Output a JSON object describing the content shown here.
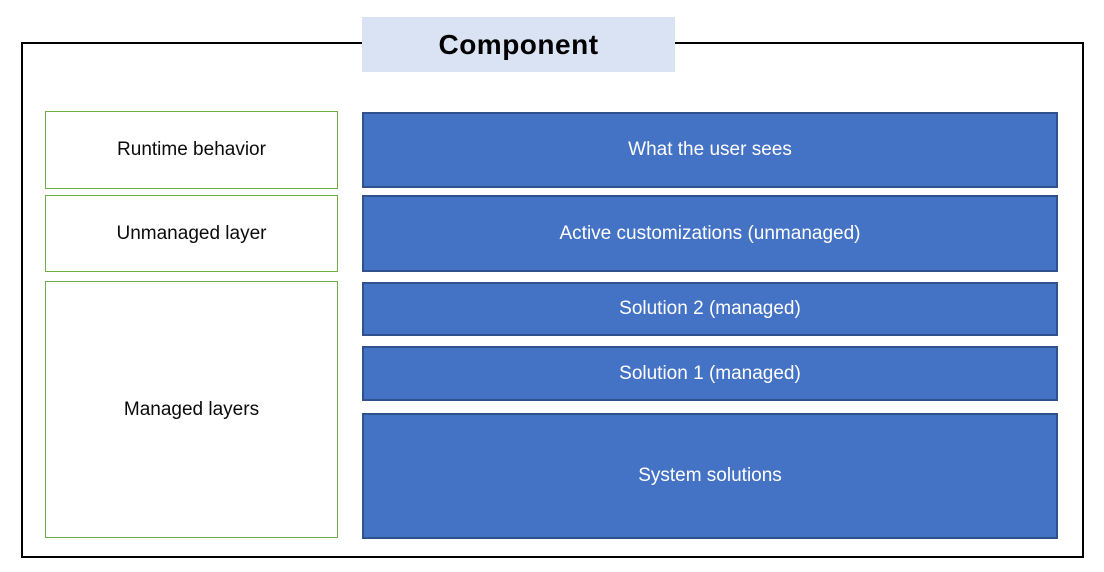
{
  "diagram": {
    "title": "Component",
    "left_column": {
      "runtime": {
        "label": "Runtime behavior"
      },
      "unmanaged": {
        "label": "Unmanaged layer"
      },
      "managed": {
        "label": "Managed layers"
      }
    },
    "right_column": {
      "row1": {
        "label": "What the user sees"
      },
      "row2": {
        "label": "Active customizations (unmanaged)"
      },
      "row3": {
        "label": "Solution 2 (managed)"
      },
      "row4": {
        "label": "Solution 1 (managed)"
      },
      "row5": {
        "label": "System solutions"
      }
    },
    "colors": {
      "blue_fill": "#4472C4",
      "blue_border": "#2F528F",
      "green_border": "#70AD47",
      "title_fill": "#DAE3F3",
      "outline": "#000000"
    }
  }
}
